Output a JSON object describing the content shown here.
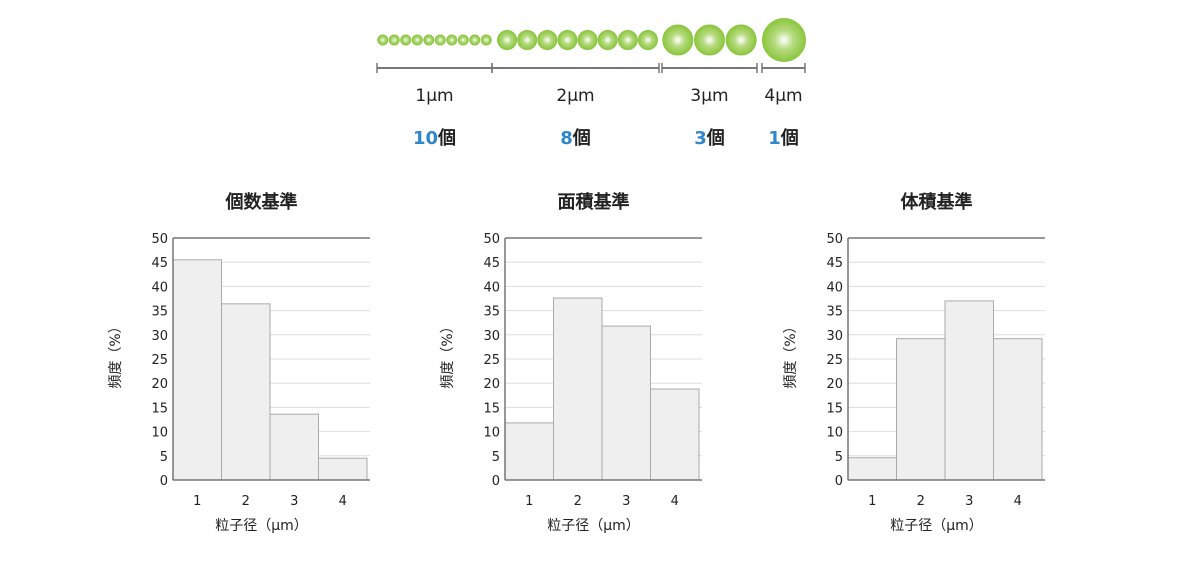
{
  "legend": {
    "groups": [
      {
        "size_label": "1μm",
        "count": 10,
        "count_label": "10",
        "unit": "個"
      },
      {
        "size_label": "2μm",
        "count": 8,
        "count_label": "8",
        "unit": "個"
      },
      {
        "size_label": "3μm",
        "count": 3,
        "count_label": "3",
        "unit": "個"
      },
      {
        "size_label": "4μm",
        "count": 1,
        "count_label": "1",
        "unit": "個"
      }
    ],
    "colors": {
      "particle": "#8cc63f",
      "count_number": "#2f86c8"
    }
  },
  "chart_data": [
    {
      "type": "bar",
      "title": "個数基準",
      "categories": [
        "1",
        "2",
        "3",
        "4"
      ],
      "values": [
        45.5,
        36.4,
        13.6,
        4.5
      ],
      "xlabel": "粒子径（μm）",
      "ylabel": "頻度（%）",
      "ylim": [
        0,
        50
      ],
      "yticks": [
        "0",
        "5",
        "10",
        "15",
        "20",
        "25",
        "30",
        "35",
        "40",
        "45",
        "50"
      ],
      "grid": true
    },
    {
      "type": "bar",
      "title": "面積基準",
      "categories": [
        "1",
        "2",
        "3",
        "4"
      ],
      "values": [
        11.8,
        37.6,
        31.8,
        18.8
      ],
      "xlabel": "粒子径（μm）",
      "ylabel": "頻度（%）",
      "ylim": [
        0,
        50
      ],
      "yticks": [
        "0",
        "5",
        "10",
        "15",
        "20",
        "25",
        "30",
        "35",
        "40",
        "45",
        "50"
      ],
      "grid": true
    },
    {
      "type": "bar",
      "title": "体積基準",
      "categories": [
        "1",
        "2",
        "3",
        "4"
      ],
      "values": [
        4.6,
        29.2,
        37.0,
        29.2
      ],
      "xlabel": "粒子径（μm）",
      "ylabel": "頻度（%）",
      "ylim": [
        0,
        50
      ],
      "yticks": [
        "0",
        "5",
        "10",
        "15",
        "20",
        "25",
        "30",
        "35",
        "40",
        "45",
        "50"
      ],
      "grid": true
    }
  ]
}
